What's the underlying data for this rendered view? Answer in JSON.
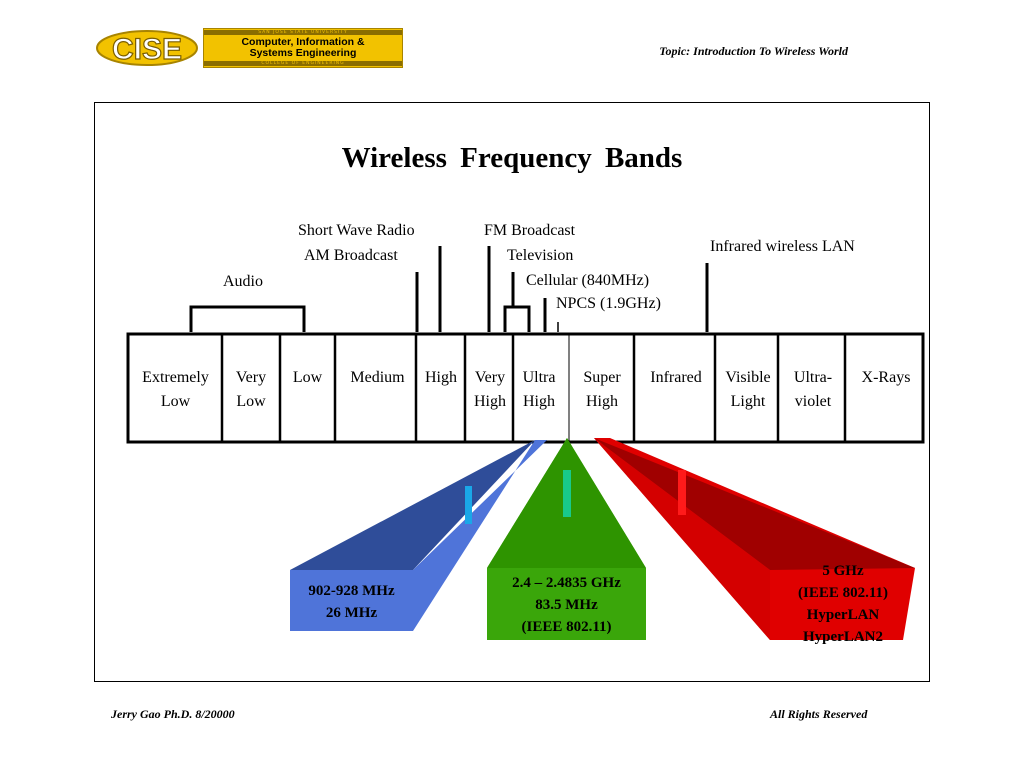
{
  "header": {
    "logo_text": "CISE",
    "logo_university": "SAN JOSE STATE UNIVERSITY",
    "logo_line1": "Computer, Information &",
    "logo_line2": "Systems Engineering",
    "logo_college": "COLLEGE OF ENGINEERING",
    "topic": "Topic: Introduction To Wireless World"
  },
  "title": "Wireless  Frequency  Bands",
  "applications": {
    "short_wave": "Short Wave Radio",
    "am": "AM Broadcast",
    "audio": "Audio",
    "fm": "FM Broadcast",
    "tv": "Television",
    "cellular": "Cellular (840MHz)",
    "npcs": "NPCS (1.9GHz)",
    "infrared_lan": "Infrared wireless LAN"
  },
  "bands": [
    {
      "line1": "Extremely",
      "line2": "Low"
    },
    {
      "line1": "Very",
      "line2": "Low"
    },
    {
      "line1": "Low",
      "line2": ""
    },
    {
      "line1": "Medium",
      "line2": ""
    },
    {
      "line1": "High",
      "line2": ""
    },
    {
      "line1": "Very",
      "line2": "High"
    },
    {
      "line1": "Ultra",
      "line2": "High"
    },
    {
      "line1": "Super",
      "line2": "High"
    },
    {
      "line1": "Infrared",
      "line2": ""
    },
    {
      "line1": "Visible",
      "line2": "Light"
    },
    {
      "line1": "Ultra-",
      "line2": "violet"
    },
    {
      "line1": "X-Rays",
      "line2": ""
    }
  ],
  "ism_bands": {
    "blue": {
      "line1": "902-928 MHz",
      "line2": "26 MHz",
      "color": "#4f74d9"
    },
    "green": {
      "line1": "2.4 – 2.4835 GHz",
      "line2": "83.5 MHz",
      "line3": "(IEEE 802.11)",
      "color": "#3aa60a"
    },
    "red": {
      "line1": "5 GHz",
      "line2": "(IEEE 802.11)",
      "line3": "HyperLAN",
      "line4": "HyperLAN2",
      "color": "#e00000"
    }
  },
  "footer": {
    "author": "Jerry Gao Ph.D.  8/20000",
    "rights": "All Rights Reserved"
  }
}
